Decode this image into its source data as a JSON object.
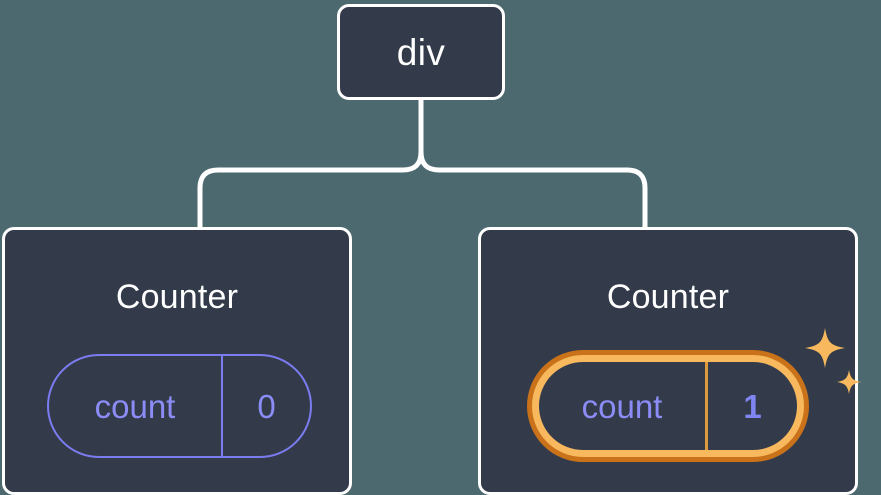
{
  "diagram": {
    "type": "component-tree",
    "background_color": "#4d6970",
    "node_fill_color": "#333b4a",
    "node_border_color": "#ffffff",
    "accent_purple": "#8b8cf5",
    "highlight_orange_outer": "#c9721a",
    "highlight_orange_inner": "#f7b85e",
    "sparkle_color": "#f7b85e"
  },
  "root": {
    "label": "div"
  },
  "children": [
    {
      "title": "Counter",
      "state": {
        "key": "count",
        "value": "0"
      },
      "highlighted": false
    },
    {
      "title": "Counter",
      "state": {
        "key": "count",
        "value": "1"
      },
      "highlighted": true
    }
  ]
}
